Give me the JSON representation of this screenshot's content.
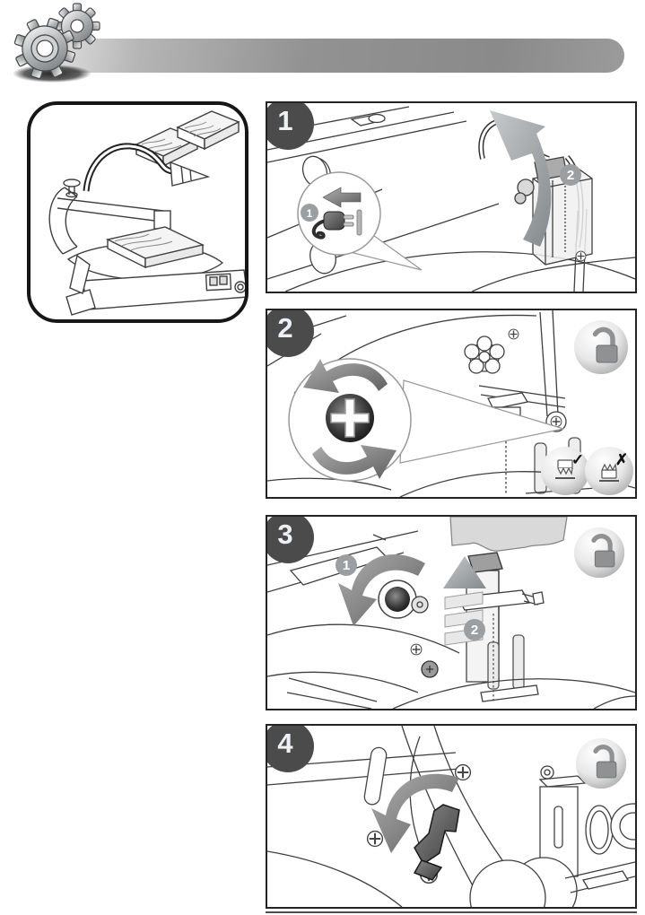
{
  "header": {
    "icon": "gears-icon",
    "banner_color_left": "#e2e2e2",
    "banner_color_right": "#8a8a8a"
  },
  "overview": {
    "illustration": "scroll-saw-with-blower-hose-and-workpieces"
  },
  "steps": [
    {
      "number": "1",
      "sub_badges": [
        "1",
        "2"
      ],
      "icons": [
        "unplug-power-callout-icon",
        "left-arrow-icon",
        "power-plug-icon",
        "lift-guard-arrow-icon"
      ]
    },
    {
      "number": "2",
      "sub_badges": [],
      "check_mark": "✓",
      "cross_mark": "✗",
      "icons": [
        "rotate-tension-screw-icon",
        "padlock-unlocked-icon",
        "blade-teeth-down-ok-icon",
        "blade-teeth-up-wrong-icon"
      ]
    },
    {
      "number": "3",
      "sub_badges": [
        "1",
        "2"
      ],
      "icons": [
        "rotate-clamp-knob-arrow-icon",
        "blade-insert-up-arrow-icon",
        "padlock-unlocked-icon"
      ]
    },
    {
      "number": "4",
      "sub_badges": [],
      "icons": [
        "rotate-tension-lever-arrow-icon",
        "padlock-unlocked-icon"
      ]
    }
  ],
  "colors": {
    "panel_border": "#232323",
    "step_badge_bg": "#4b4b4b",
    "step_badge_text": "#edf1f4",
    "sub_badge_bg": "#9c9fa1",
    "arrow_gray": "#9a9a9a",
    "line_art": "#3f3f3f",
    "banner_gray": "#8a8a8a"
  }
}
